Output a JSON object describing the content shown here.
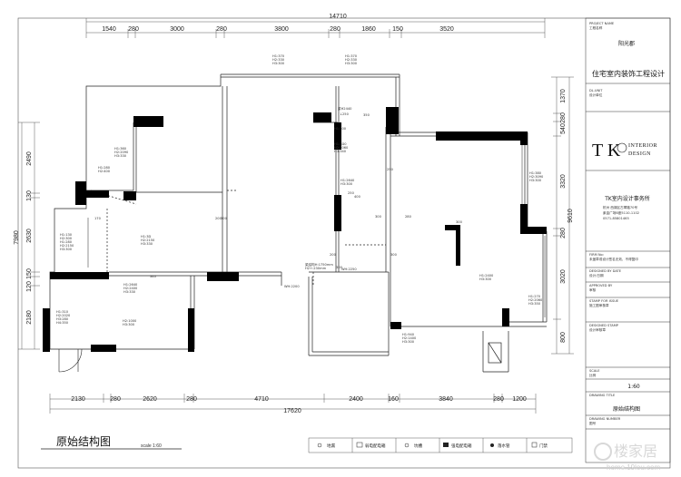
{
  "dimensions": {
    "overall_top": "14710",
    "overall_bottom": "17620",
    "top_segments": [
      "1540",
      "280",
      "3000",
      "280",
      "3800",
      "280",
      "1860",
      "150",
      "3520"
    ],
    "bottom_segments": [
      "2130",
      "280",
      "2620",
      "280",
      "4710",
      "2400",
      "160",
      "3840",
      "280",
      "1200"
    ],
    "left_overall": "7980",
    "left_segments": [
      "2490",
      "130",
      "2630",
      "150",
      "120",
      "2180"
    ],
    "right_overall": "9610",
    "right_segments": [
      "1370",
      "280",
      "540",
      "3320",
      "280",
      "3020",
      "800"
    ]
  },
  "room_labels": [
    {
      "lines": [
        "H1:370",
        "H2:330",
        "H3:300"
      ]
    },
    {
      "lines": [
        "H1:370",
        "H2:330",
        "H3:300"
      ]
    },
    {
      "lines": [
        "H1:360",
        "H2:2090",
        "H3:330"
      ]
    },
    {
      "lines": [
        "H1:280",
        "H2:400"
      ]
    },
    {
      "lines": [
        "H1:3D",
        "H2:2150",
        "H3:330"
      ]
    },
    {
      "lines": [
        "H1:130",
        "H2:300"
      ]
    },
    {
      "lines": [
        "H1:280",
        "H2:2150",
        "H3:300"
      ]
    },
    {
      "lines": [
        "H1:2640",
        "H2:2400",
        "H3:330"
      ]
    },
    {
      "lines": [
        "H1:310",
        "H2:2020",
        "H3:280",
        "H4:350"
      ]
    },
    {
      "lines": [
        "H2:1000",
        "H3:300"
      ]
    },
    {
      "lines": [
        "H1:2640",
        "H3:300"
      ]
    },
    {
      "lines": [
        "H1:300"
      ]
    },
    {
      "lines": [
        "H1:3D0",
        "H2:2060",
        "H3:340"
      ]
    },
    {
      "lines": [
        "H1:380",
        "H2:3090",
        "H3:300"
      ]
    },
    {
      "lines": [
        "H1:2400",
        "H3:300"
      ]
    },
    {
      "lines": [
        "H1:270",
        "H2:2060",
        "H3:350"
      ]
    },
    {
      "lines": [
        "H1:940",
        "H2:1400",
        "H3:300"
      ]
    },
    {
      "lines": [
        "梁H2440",
        "↓250"
      ]
    },
    {
      "lines": [
        "梁结构H:1750mm",
        "H2+:230mm"
      ]
    },
    {
      "lines": [
        "WH:2250"
      ]
    },
    {
      "lines": [
        "WH:2200"
      ]
    }
  ],
  "marks": [
    "200",
    "250",
    "300",
    "280",
    "200",
    "300",
    "250",
    "300",
    "300",
    "300",
    "170",
    "340",
    "350",
    "400"
  ],
  "title_block": {
    "project_name_label": "PROJECT NAME",
    "project_name_sub": "工程名称",
    "project_name": "阳光郡",
    "project_type": "住宅室内装饰工程设计",
    "dl_label": "DL.UNIT",
    "dl_sub": "设计单位",
    "logo_tk": "T K",
    "logo_line1": "INTERIOR",
    "logo_line2": "DESIGN",
    "company": "TK室内设计事务所",
    "address_1": "杭州 西湖区古翠路70号",
    "address_2": "紫金广场B座5110-1102",
    "address_3": "0571-85801465",
    "firm_label": "FIRM No:",
    "note_1": "未盖章或设计签名无效，不得复印",
    "designed_by": "DESIGNED BY DATE",
    "designed_sub": "设计/日期",
    "approved_by": "APPROVED BY",
    "approved_sub": "审核",
    "stamp": "STAMP FOR ISSUE",
    "stamp_sub": "施工图审核章",
    "design_stamp": "DESIGNED STAMP",
    "design_stamp_sub": "设计审核章",
    "scale_label": "SCALE",
    "scale_sub": "比例",
    "scale_value": "1:60",
    "title_label": "DRAWING TITLE",
    "title_value": "原始结构图",
    "number_label": "DRAWING NUMBER",
    "number_sub": "图号"
  },
  "drawing_title": "原始结构图",
  "scale": "scale 1:60",
  "legend": [
    "地漏",
    "弱电配电箱",
    "坑槽",
    "强电配电箱",
    "落水管",
    "门禁"
  ],
  "watermark": "楼家居",
  "watermark_url": "home.19lou.com"
}
